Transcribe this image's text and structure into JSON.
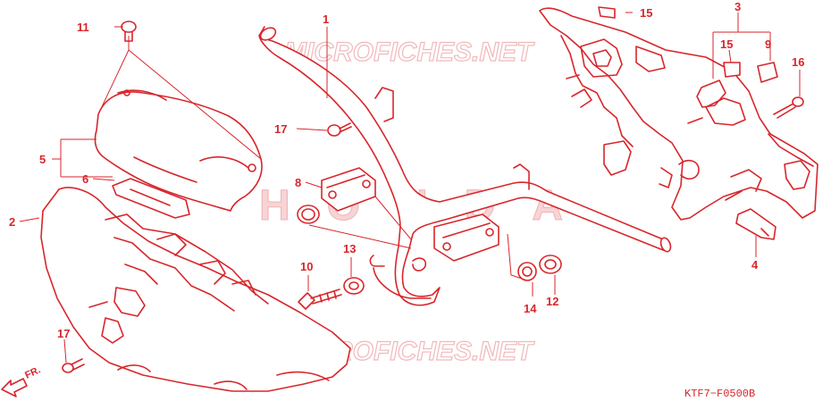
{
  "watermarks": {
    "site_top": "MICROFICHES.NET",
    "site_bottom": "MICROFICHES.NET",
    "brand": "HONDA"
  },
  "front_indicator": "FR.",
  "diagram_code": "KTF7−F0500B",
  "callouts": {
    "c1": "1",
    "c2": "2",
    "c3": "3",
    "c4": "4",
    "c5": "5",
    "c6": "6",
    "c8": "8",
    "c9": "9",
    "c10": "10",
    "c11": "11",
    "c12": "12",
    "c13": "13",
    "c14": "14",
    "c15a": "15",
    "c15b": "15",
    "c16": "16",
    "c17a": "17",
    "c17b": "17"
  },
  "colors": {
    "line": "#d8262b",
    "watermark": "#f0b9bb"
  }
}
